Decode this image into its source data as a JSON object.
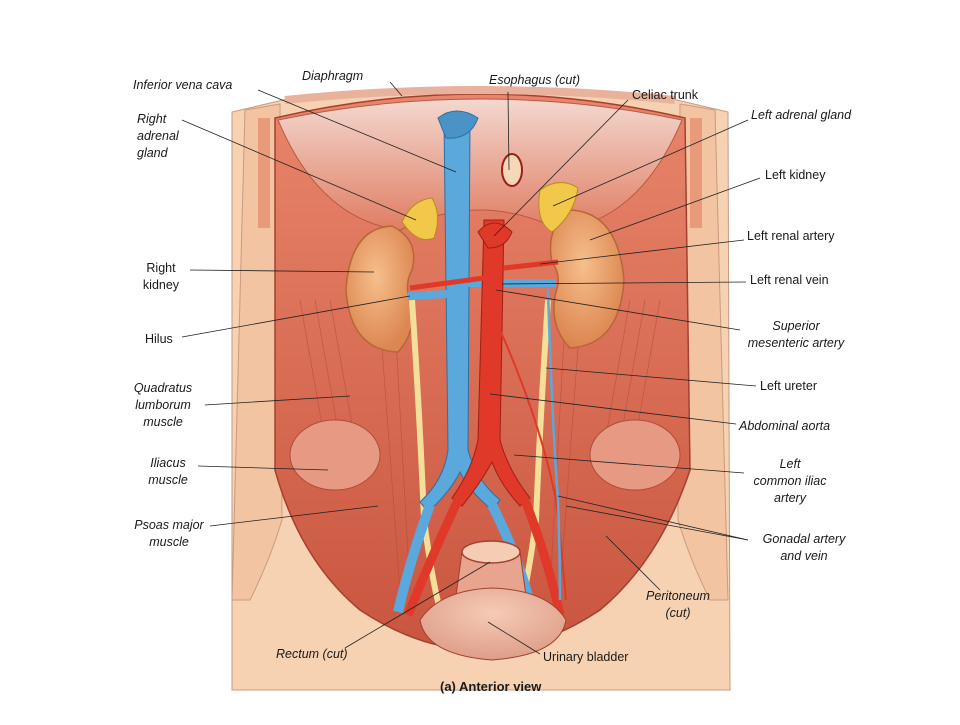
{
  "caption": "(a) Anterior view",
  "labels": {
    "inferior_vena_cava": "Inferior vena cava",
    "diaphragm": "Diaphragm",
    "esophagus": "Esophagus (cut)",
    "celiac_trunk": "Celiac trunk",
    "right_adrenal_gland": "Right\nadrenal\ngland",
    "left_adrenal_gland": "Left adrenal gland",
    "left_kidney": "Left kidney",
    "left_renal_artery": "Left renal artery",
    "right_kidney": "Right\nkidney",
    "left_renal_vein": "Left renal vein",
    "hilus": "Hilus",
    "superior_mesenteric_artery": "Superior\nmesenteric artery",
    "quadratus_lumborum": "Quadratus\nlumborum\nmuscle",
    "left_ureter": "Left ureter",
    "abdominal_aorta": "Abdominal aorta",
    "iliacus_muscle": "Iliacus\nmuscle",
    "left_common_iliac": "Left\ncommon iliac\nartery",
    "psoas_major": "Psoas major\nmuscle",
    "gonadal": "Gonadal artery\nand vein",
    "peritoneum": "Peritoneum\n(cut)",
    "rectum": "Rectum (cut)",
    "urinary_bladder": "Urinary bladder"
  },
  "colors": {
    "vein": "#5aa8dc",
    "artery": "#e0392a",
    "muscle": "#d9654a",
    "kidney": "#e79a62",
    "adrenal": "#f2c84b",
    "skin": "#f6d2b2",
    "ureter": "#f3df9a"
  }
}
